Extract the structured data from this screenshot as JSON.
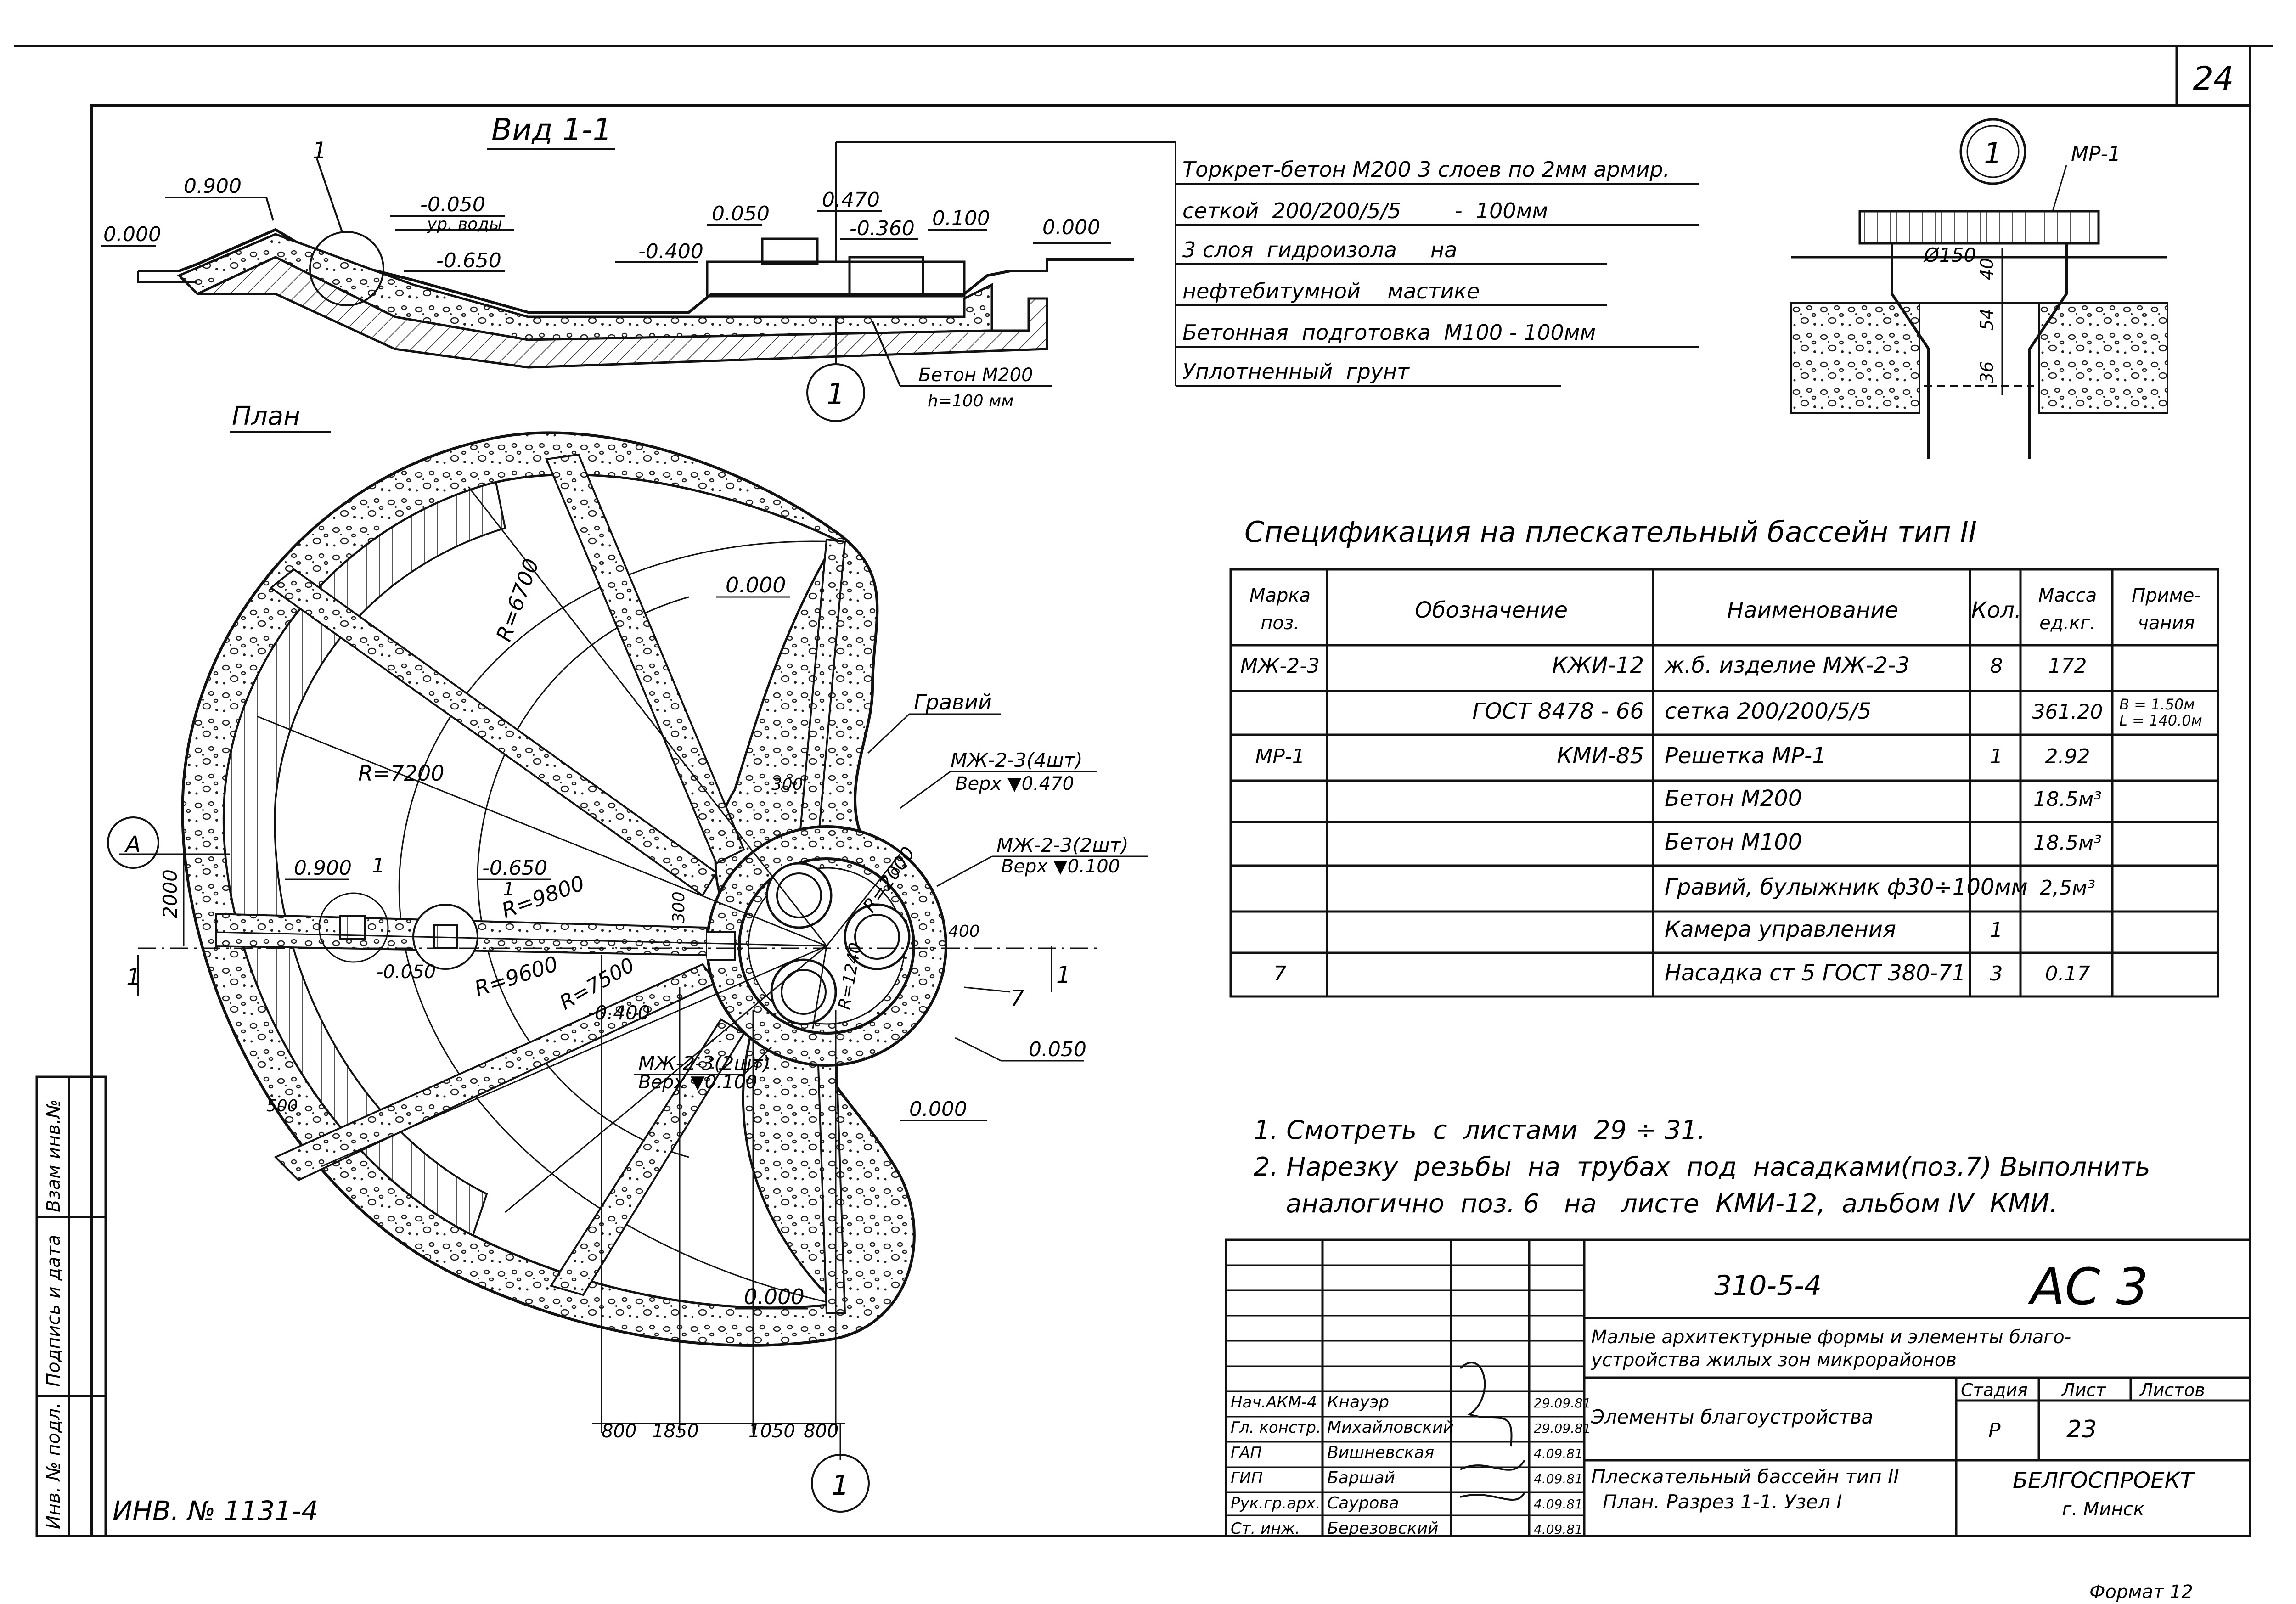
{
  "sheet": {
    "sheet_number_top": "24",
    "format_note": "Формат 12",
    "inv_number": "ИНВ. № 1131-4",
    "side_stamp": [
      "Инв. № подл.",
      "Подпись и дата",
      "Взам инв.№"
    ]
  },
  "section": {
    "title": "Вид 1-1",
    "labels": {
      "l1": "1",
      "l0900": "0.900",
      "l0000": "0.000",
      "l_0050": "-0.050",
      "water": "ур. воды",
      "l_0650": "-0.650",
      "l_0400": "-0.400",
      "l0050": "0.050",
      "l0470": "0.470",
      "l_0360": "-0.360",
      "l0100": "0.100",
      "l0000b": "0.000",
      "concrete": "Бетон М200",
      "h100": "h=100 мм",
      "callout": "1"
    }
  },
  "layers": [
    "Торкрет-бетон М200 3 слоев по 2мм армир.",
    "сеткой  200/200/5/5        -  100мм",
    "3 слоя  гидроизола     на",
    "нефтебитумной    мастике",
    "Бетонная  подготовка  М100 - 100мм",
    "Уплотненный  грунт"
  ],
  "node": {
    "callout": "1",
    "mark": "МР-1",
    "dia": "Ø150",
    "d40": "40",
    "d54": "54",
    "d36": "36"
  },
  "plan": {
    "title": "План",
    "labels": {
      "r6700": "R=6700",
      "r7200": "R=7200",
      "r9800": "R=9800",
      "r9600": "R=9600",
      "r7500": "R=7500",
      "r2000": "R=2000",
      "r1240": "R=1240",
      "l0000top": "0.000",
      "l0000bot": "0.000",
      "gravel": "Гравий",
      "mzh1a": "МЖ-2-3(4шт)",
      "mzh1b": "Верх ▼0.470",
      "mzh2a": "МЖ-2-3(2шт)",
      "mzh2b": "Верх ▼0.100",
      "mzh3a": "МЖ-2-3(2шт)",
      "mzh3b": "Верх ▼0.100",
      "l0900": "0.900",
      "l_0650": "-0.650",
      "l_0050": "-0.050",
      "l_0400": "-0.400",
      "l0050": "0.050",
      "l0000paren": "0.000",
      "d2000": "2000",
      "d300a": "300",
      "d300b": "300",
      "d400": "400",
      "d500": "500",
      "d800a": "800",
      "d1850": "1850",
      "d1050": "1050",
      "d800b": "800",
      "axisA": "А",
      "cut1a": "1",
      "cut1b": "1",
      "cut1c": "1",
      "cut1d": "1",
      "pos1": "1",
      "pos1b": "1",
      "pos7": "7"
    }
  },
  "spec": {
    "title": "Спецификация  на  плескательный  бассейн  тип II",
    "headers": [
      "Марка поз.",
      "Обозначение",
      "Наименование",
      "Кол.",
      "Масса ед.кг.",
      "Приме- чания"
    ],
    "rows": [
      [
        "МЖ-2-3",
        "КЖИ-12",
        "ж.б. изделие МЖ-2-3",
        "8",
        "172",
        ""
      ],
      [
        "",
        "ГОСТ 8478 - 66",
        "сетка  200/200/5/5",
        "",
        "361.20",
        "B = 1.50м L = 140.0м"
      ],
      [
        "МР-1",
        "КМИ-85",
        "Решетка МР-1",
        "1",
        "2.92",
        ""
      ],
      [
        "",
        "",
        "Бетон М200",
        "",
        "18.5м³",
        ""
      ],
      [
        "",
        "",
        "Бетон М100",
        "",
        "18.5м³",
        ""
      ],
      [
        "",
        "",
        "Гравий, булыжник ф30÷100мм",
        "",
        "2,5м³",
        ""
      ],
      [
        "",
        "",
        "Камера управления",
        "1",
        "",
        ""
      ],
      [
        "7",
        "",
        "Насадка ст 5 ГОСТ 380-71",
        "3",
        "0.17",
        ""
      ]
    ]
  },
  "notes": [
    "1. Смотреть  с  листами  29 ÷ 31.",
    "2. Нарезку  резьбы  на  трубах  под  насадками(поз.7) Выполнить",
    "аналогично  поз. 6   на   листе  КМИ-12,  альбом IV  КМИ."
  ],
  "title_block": {
    "code": "310-5-4",
    "sheet_code": "АС 3",
    "project": "Малые архитектурные формы и элементы благо-",
    "project2": "устройства жилых зон микрорайонов",
    "section_name": "Элементы  благоустройства",
    "drawing_name": "Плескательный бассейн тип II",
    "drawing_name2": "План. Разрез 1-1. Узел I",
    "stage_h": "Стадия",
    "sheet_h": "Лист",
    "sheets_h": "Листов",
    "stage": "Р",
    "sheet": "23",
    "org": "БЕЛГОСПРОЕКТ",
    "city": "г. Минск",
    "people": [
      [
        "Нач.АКМ-4",
        "Кнауэр",
        "29.09.81"
      ],
      [
        "Гл. констр.",
        "Михайловский",
        "29.09.81"
      ],
      [
        "ГАП",
        "Вишневская",
        "4.09.81"
      ],
      [
        "ГИП",
        "Баршай",
        "4.09.81"
      ],
      [
        "Рук.гр.арх.",
        "Саурова",
        "4.09.81"
      ],
      [
        "Ст. инж.",
        "Березовский",
        "4.09.81"
      ]
    ]
  }
}
